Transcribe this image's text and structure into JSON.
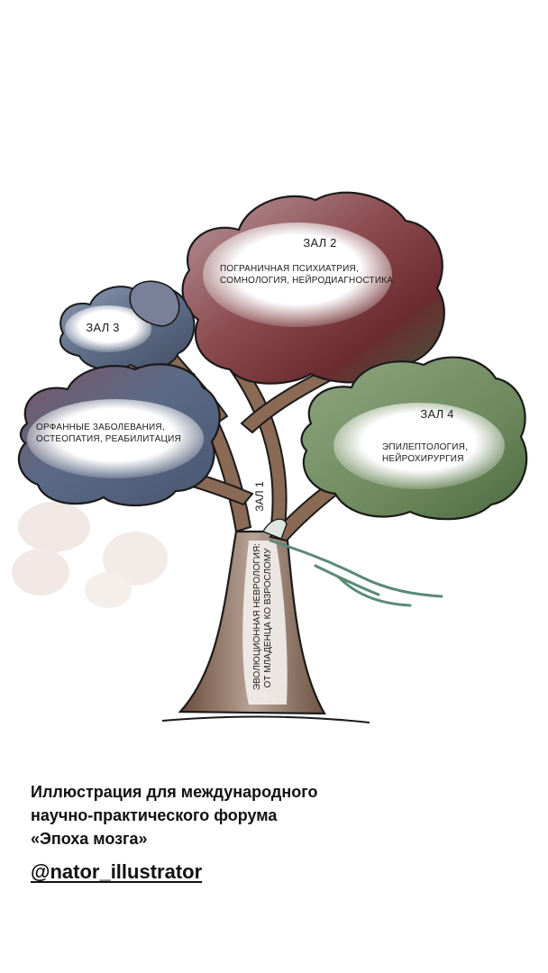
{
  "halls": [
    {
      "title": "ЗАЛ 2",
      "lines": [
        "ПОГРАНИЧНАЯ ПСИХИАТРИЯ,",
        "СОМНОЛОГИЯ, НЕЙРОДИАГНОСТИКА"
      ]
    },
    {
      "title": "ЗАЛ 3",
      "lines": []
    },
    {
      "title": "",
      "lines": [
        "ОРФАННЫЕ ЗАБОЛЕВАНИЯ,",
        "ОСТЕОПАТИЯ, РЕАБИЛИТАЦИЯ"
      ]
    },
    {
      "title": "ЗАЛ 4",
      "lines": [
        "ЭПИЛЕПТОЛОГИЯ,",
        "НЕЙРОХИРУРГИЯ"
      ]
    }
  ],
  "hall1": {
    "title": "ЗАЛ 1",
    "lines": [
      "ЭВОЛЮЦИОННАЯ НЕВРОЛОГИЯ:",
      "ОТ МЛАДЕНЦА КО ВЗРОСЛОМУ"
    ]
  },
  "caption": {
    "lines": [
      "Иллюстрация для международного",
      "научно-практического форума",
      "«Эпоха мозга»"
    ]
  },
  "handle": "@nator_illustrator",
  "colors": {
    "cloud_hall2": "#7a3a3e",
    "cloud_hall4": "#6e8a5c",
    "cloud_hall3": "#5a6b86",
    "trunk": "#8a6a55",
    "outline": "#1a1a1a"
  }
}
